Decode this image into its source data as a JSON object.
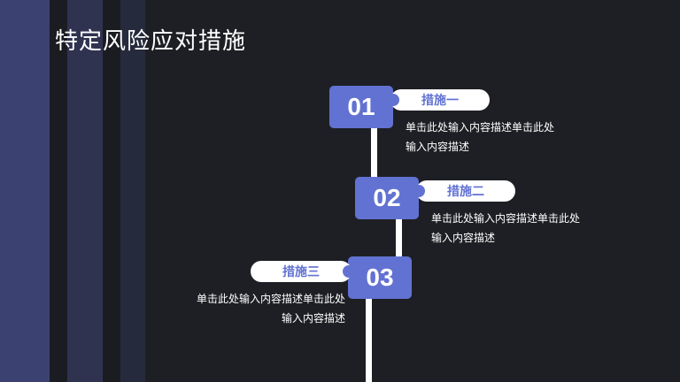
{
  "page": {
    "title": "特定风险应对措施"
  },
  "colors": {
    "accent": "#6272d2",
    "background": "#1e1f24",
    "stripe": "#3b4271"
  },
  "steps": [
    {
      "number": "01",
      "label": "措施一",
      "desc_line1": "单击此处输入内容描述单击此处",
      "desc_line2": "输入内容描述"
    },
    {
      "number": "02",
      "label": "措施二",
      "desc_line1": "单击此处输入内容描述单击此处",
      "desc_line2": "输入内容描述"
    },
    {
      "number": "03",
      "label": "措施三",
      "desc_line1": "单击此处输入内容描述单击此处",
      "desc_line2": "输入内容描述"
    }
  ]
}
